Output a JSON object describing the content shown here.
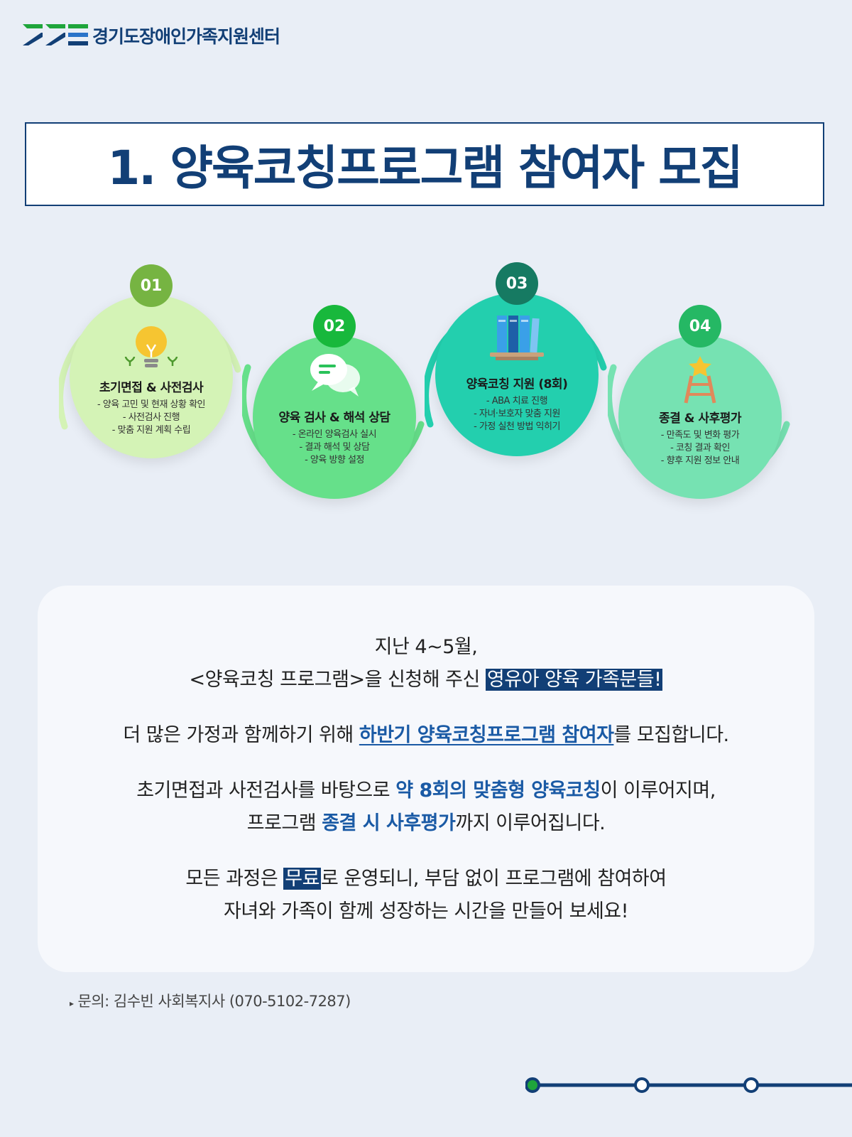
{
  "brand": {
    "name": "경기도장애인가족지원센터",
    "logo_colors": [
      "#1fa53b",
      "#123f76",
      "#2a73c9"
    ]
  },
  "title": "1. 양육코칭프로그램 참여자 모집",
  "steps": [
    {
      "number": "01",
      "title": "초기면접 & 사전검사",
      "lines": [
        "- 양육 고민 및 현재 상황 확인",
        "- 사전검사 진행",
        "- 맞춤 지원 계획 수립"
      ],
      "icon": "lightbulb-icon",
      "color": "#d4f3b6",
      "badge_color": "#76b442"
    },
    {
      "number": "02",
      "title": "양육 검사 & 해석 상담",
      "lines": [
        "- 온라인 양육검사 실시",
        "- 결과 해석 및 상담",
        "- 양육 방향 설정"
      ],
      "icon": "chat-bubbles-icon",
      "color": "#66e08a",
      "badge_color": "#18b83c"
    },
    {
      "number": "03",
      "title": "양육코칭 지원 (8회)",
      "lines": [
        "- ABA 치료 진행",
        "- 자녀·보호자 맞춤 지원",
        "- 가정 실천 방법 익히기"
      ],
      "icon": "books-icon",
      "color": "#23cfae",
      "badge_color": "#167a62"
    },
    {
      "number": "04",
      "title": "종결 & 사후평가",
      "lines": [
        "- 만족도 및 변화 평가",
        "- 코칭 결과 확인",
        "- 향후 지원 정보 안내"
      ],
      "icon": "ladder-star-icon",
      "color": "#76e2b2",
      "badge_color": "#25b864"
    }
  ],
  "body": {
    "p1_line1": "지난 4~5월,",
    "p1_line2_pre": "<양육코칭 프로그램>을 신청해 주신 ",
    "p1_line2_hl": "영유아 양육 가족분들!",
    "p2_pre": "더 많은 가정과 함께하기 위해 ",
    "p2_hl": "하반기 양육코칭프로그램 참여자",
    "p2_post": "를 모집합니다.",
    "p3_line1_pre": "초기면접과 사전검사를 바탕으로 ",
    "p3_line1_hl": "약 8회의 맞춤형 양육코칭",
    "p3_line1_post": "이 이루어지며,",
    "p3_line2_pre": "프로그램 ",
    "p3_line2_hl": "종결 시 사후평가",
    "p3_line2_post": "까지 이루어집니다.",
    "p4_line1_pre": "모든 과정은 ",
    "p4_line1_hl": "무료",
    "p4_line1_post": "로 운영되니, 부담 없이 프로그램에 참여하여",
    "p4_line2": "자녀와 가족이 함께 성장하는 시간을 만들어 보세요!"
  },
  "contact": "문의: 김수빈 사회복지사 (070-5102-7287)",
  "progress": {
    "steps_total": 3,
    "current": 1,
    "line_color": "#123f76",
    "active_color": "#1fa53b"
  }
}
